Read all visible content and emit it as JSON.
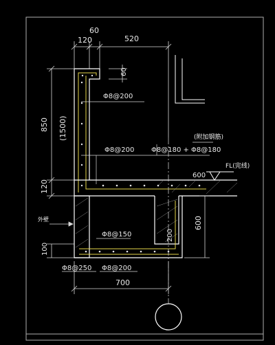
{
  "drawing": {
    "dims": {
      "d60": "60",
      "d120_top": "120",
      "d520": "520",
      "d60_small": "60",
      "d850": "850",
      "d1500": "(1500)",
      "d120_side": "120",
      "d600_slab": "600",
      "d600_vert": "600",
      "d200": "200",
      "d100": "100",
      "d700": "700"
    },
    "rebar": {
      "r1": "Φ8@200",
      "r2": "Φ8@200",
      "r3": "Φ8@180 + Φ8@180",
      "r4": "Φ8@150",
      "r5": "Φ8@250",
      "r6": "Φ8@200"
    },
    "notes": {
      "added_rebar": "(附加钢筋)",
      "floor_level": "FL(完线)",
      "side_note": "外壁"
    }
  }
}
